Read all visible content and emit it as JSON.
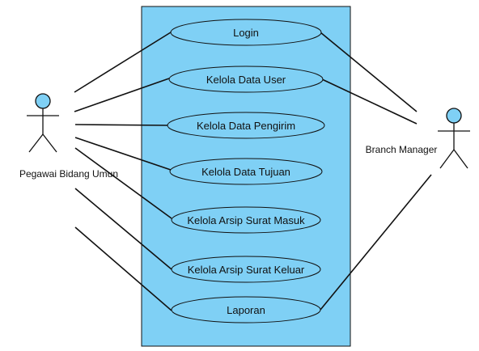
{
  "colors": {
    "system_fill": "#7fd0f5",
    "usecase_fill": "#7fd0f5",
    "actor_head_fill": "#7fd0f5",
    "line": "#111111"
  },
  "actors": {
    "left": {
      "name": "Pegawai Bidang Umun"
    },
    "right": {
      "name": "Branch Manager"
    }
  },
  "use_cases": [
    {
      "label": "Login"
    },
    {
      "label": "Kelola Data User"
    },
    {
      "label": "Kelola Data Pengirim"
    },
    {
      "label": "Kelola Data Tujuan"
    },
    {
      "label": "Kelola Arsip Surat Masuk"
    },
    {
      "label": "Kelola Arsip Surat Keluar"
    },
    {
      "label": "Laporan"
    }
  ],
  "associations": {
    "left_actor": [
      "Login",
      "Kelola Data User",
      "Kelola Data Pengirim",
      "Kelola Data Tujuan",
      "Kelola Arsip Surat Masuk",
      "Kelola Arsip Surat Keluar",
      "Laporan"
    ],
    "right_actor": [
      "Login",
      "Kelola Data User",
      "Laporan"
    ]
  }
}
